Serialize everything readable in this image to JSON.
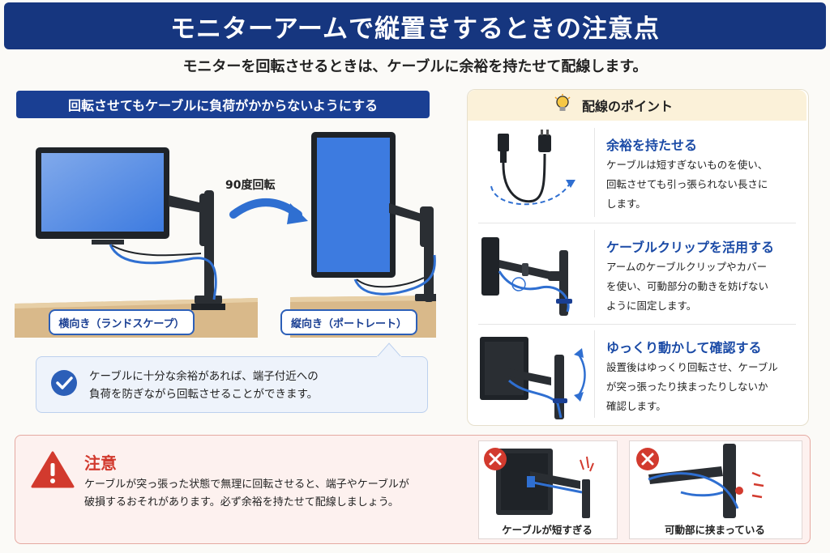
{
  "title": "モニターアームで縦置きするときの注意点",
  "subtitle": "モニターを回転させるときは、ケーブルに余裕を持たせて配線します。",
  "left": {
    "header": "回転させてもケーブルに負荷がかからないようにする",
    "rotate_label": "90度回転",
    "landscape_label": "横向き（ランドスケープ）",
    "portrait_label": "縦向き（ポートレート）",
    "callout_line1": "ケーブルに十分な余裕があれば、端子付近への",
    "callout_line2": "負荷を防ぎながら回転させることができます。"
  },
  "points": {
    "title": "配線のポイント",
    "icon": "lightbulb-icon",
    "items": [
      {
        "title": "余裕を持たせる",
        "lines": [
          "ケーブルは短すぎないものを使い、",
          "回転させても引っ張られない長さに",
          "します。"
        ]
      },
      {
        "title": "ケーブルクリップを活用する",
        "lines": [
          "アームのケーブルクリップやカバー",
          "を使い、可動部分の動きを妨げない",
          "ように固定します。"
        ]
      },
      {
        "title": "ゆっくり動かして確認する",
        "lines": [
          "設置後はゆっくり回転させ、ケーブル",
          "が突っ張ったり挟まったりしないか",
          "確認します。"
        ]
      }
    ]
  },
  "warning": {
    "title": "注意",
    "icon": "warning-icon",
    "line1": "ケーブルが突っ張った状態で無理に回転させると、端子やケーブルが",
    "line2": "破損するおそれがあります。必ず余裕を持たせて配線しましょう。",
    "examples": [
      {
        "caption": "ケーブルが短すぎる"
      },
      {
        "caption": "可動部に挟まっている"
      }
    ]
  },
  "colors": {
    "brand": "#16367f",
    "accent": "#1a4aa6",
    "warning": "#d23a2e",
    "cable": "#2f6fd1",
    "screen": "#3d7be0"
  }
}
